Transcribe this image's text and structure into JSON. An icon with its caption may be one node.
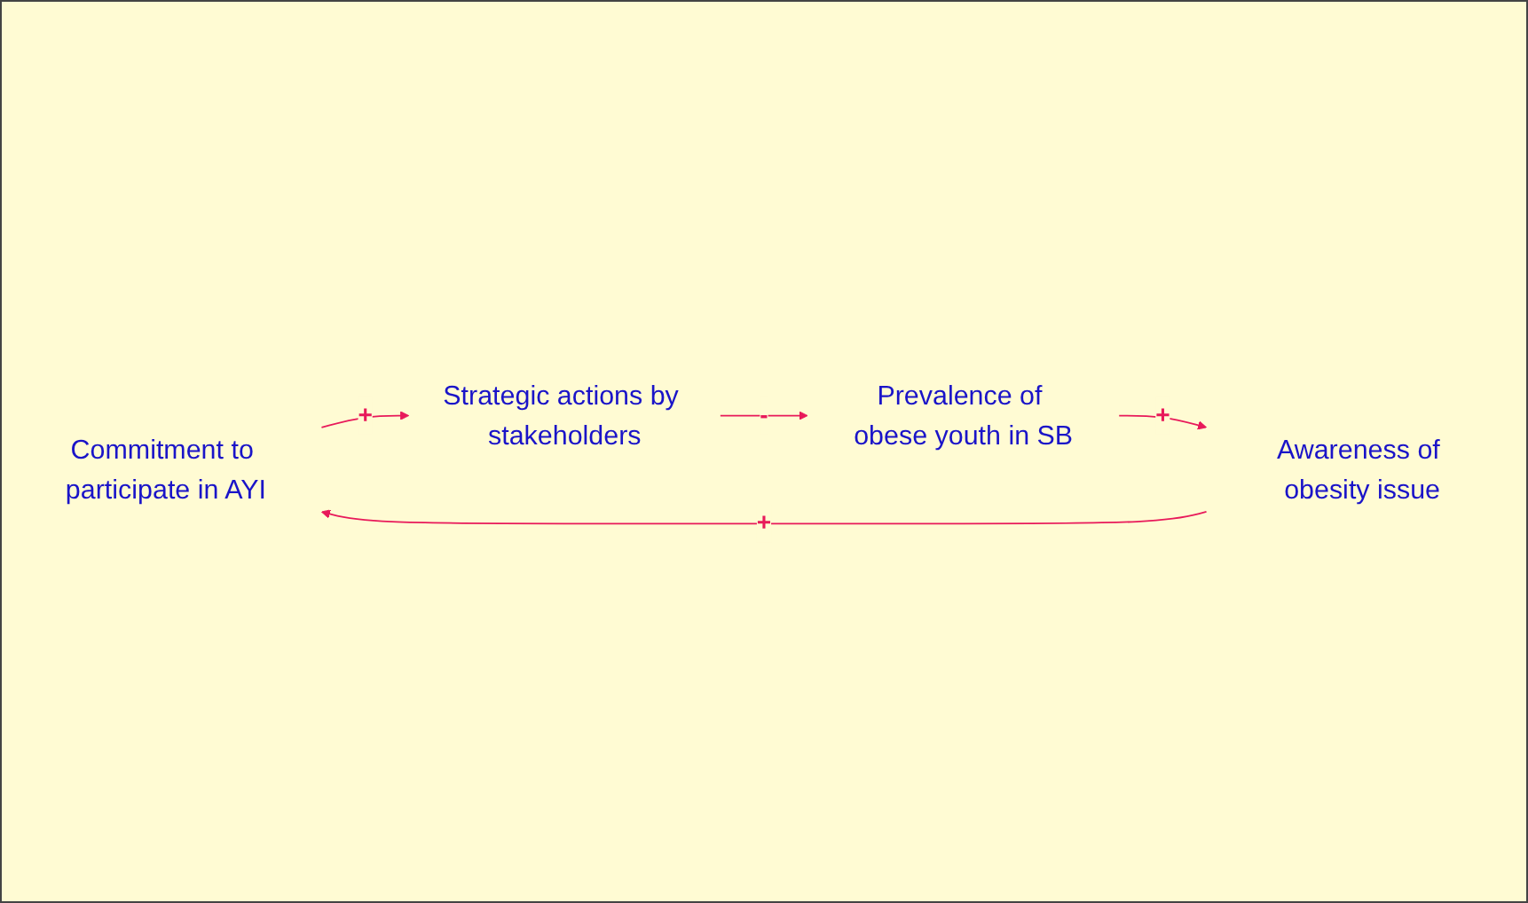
{
  "diagram": {
    "nodes": [
      {
        "text": [
          "Commitment to participate in AYI"
        ]
      },
      {
        "text": [
          "Strategic actions by stakeholders"
        ]
      },
      {
        "text": [
          "Prevalence of obese youth in SB"
        ]
      },
      {
        "text": [
          "Awareness of obesity issue"
        ]
      }
    ],
    "edges": [
      {
        "from": 0,
        "to": 1,
        "arrow": "to",
        "label": "+"
      },
      {
        "from": 1,
        "to": 2,
        "arrow": "to",
        "label": "-"
      },
      {
        "from": 2,
        "to": 3,
        "arrow": "to",
        "label": "+"
      },
      {
        "from": 3,
        "to": 0,
        "arrow": "to",
        "label": "+"
      }
    ]
  }
}
